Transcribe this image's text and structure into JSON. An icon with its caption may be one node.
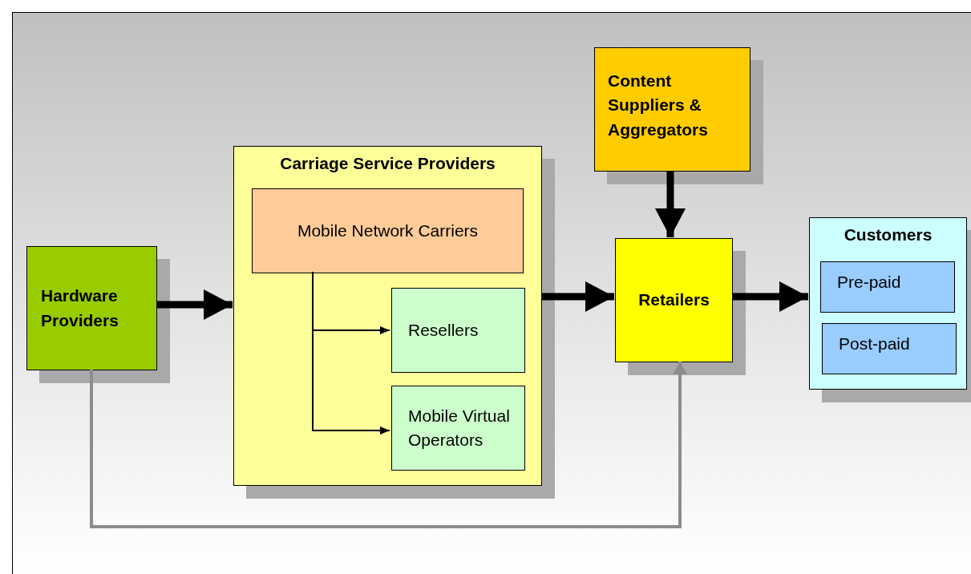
{
  "diagram": {
    "nodes": [
      {
        "text": [
          "Hardware Providers"
        ]
      },
      {
        "text": [
          "Carriage Service Providers"
        ]
      },
      {
        "text": [
          "Mobile Network Carriers"
        ],
        "in": 1
      },
      {
        "text": [
          "Resellers"
        ],
        "in": 1
      },
      {
        "text": [
          "Mobile Virtual Operators"
        ],
        "in": 1
      },
      {
        "text": [
          "Content Suppliers & Aggregators"
        ]
      },
      {
        "text": [
          "Retailers"
        ]
      },
      {
        "text": [
          "Customers"
        ]
      },
      {
        "text": [
          "Pre-paid"
        ],
        "in": 7
      },
      {
        "text": [
          "Post-paid"
        ],
        "in": 7
      }
    ],
    "edges": [
      {
        "from": 0,
        "to": 1,
        "arrow": "to"
      },
      {
        "from": 2,
        "to": 3,
        "arrow": "to"
      },
      {
        "from": 2,
        "to": 4,
        "arrow": "to"
      },
      {
        "from": 1,
        "to": 6,
        "arrow": "to"
      },
      {
        "from": 5,
        "to": 6,
        "arrow": "to"
      },
      {
        "from": 6,
        "to": 7,
        "arrow": "to"
      },
      {
        "from": 0,
        "to": 6,
        "arrow": "to",
        "color": "#8c8c8c"
      }
    ]
  }
}
